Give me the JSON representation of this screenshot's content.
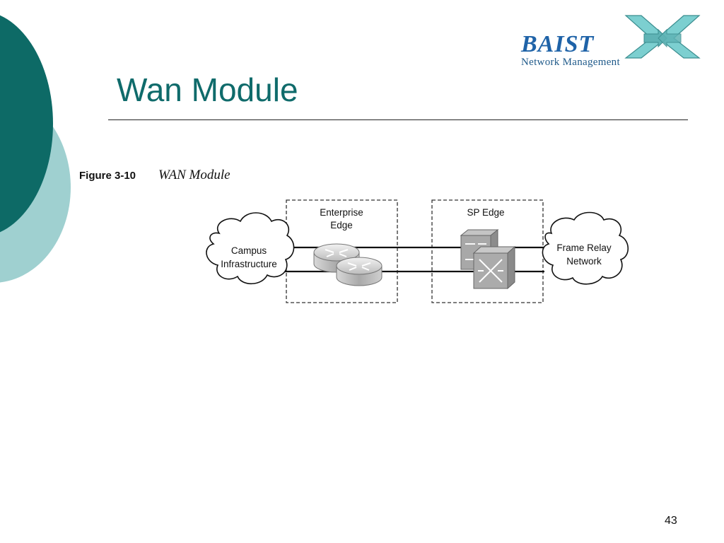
{
  "slide": {
    "title": "Wan Module",
    "page_number": "43"
  },
  "logo": {
    "word": "BAIST",
    "subtitle": "Network Management"
  },
  "figure": {
    "label": "Figure 3-10",
    "caption": "WAN Module"
  },
  "diagram": {
    "campus_cloud": [
      "Campus",
      "Infrastructure"
    ],
    "enterprise_box": [
      "Enterprise",
      "Edge"
    ],
    "sp_box": [
      "SP Edge"
    ],
    "frame_relay_cloud": [
      "Frame Relay",
      "Network"
    ]
  },
  "colors": {
    "accent": "#0f6b6b",
    "deco_dark": "#0d6a66",
    "deco_light": "#9fd0d0",
    "logo_blue": "#1f63a8",
    "logo_teal": "#7ccfd0"
  },
  "icons": [
    "router-icon",
    "switch-icon",
    "cloud-icon"
  ]
}
